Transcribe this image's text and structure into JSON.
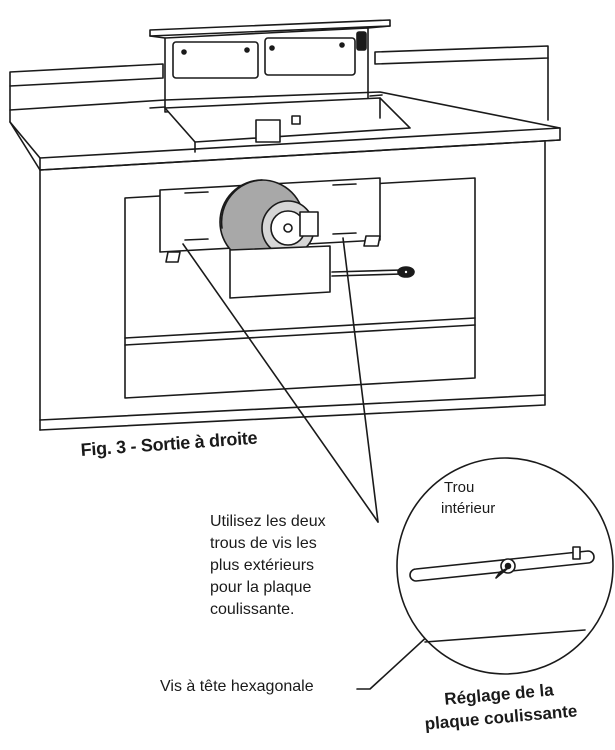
{
  "figure": {
    "caption": "Fig. 3 - Sortie à droite"
  },
  "callouts": {
    "screw_holes": [
      "Utilisez les deux",
      "trous de vis les",
      "plus extérieurs",
      "pour la plaque",
      "coulissante."
    ],
    "inner_hole": [
      "Trou",
      "intérieur"
    ],
    "hex_screw": "Vis à tête hexagonale",
    "sliding_plate_adjustment": [
      "Réglage de la",
      "plaque coulissante"
    ]
  },
  "colors": {
    "line": "#1a1a1a",
    "blower_fill": "#a8a8a8",
    "blower_dark": "#8c8c8c",
    "blower_hub": "#d6d6d6",
    "paper": "#ffffff"
  }
}
